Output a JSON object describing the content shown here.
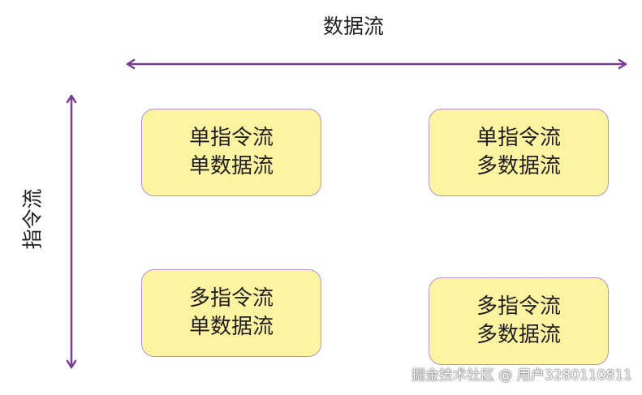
{
  "axes": {
    "data_stream": "数据流",
    "instruction_stream": "指令流"
  },
  "quadrants": [
    {
      "instruction": "单指令流",
      "data": "单数据流"
    },
    {
      "instruction": "单指令流",
      "data": "多数据流"
    },
    {
      "instruction": "多指令流",
      "data": "单数据流"
    },
    {
      "instruction": "多指令流",
      "data": "多数据流"
    }
  ],
  "watermark": "掘金技术社区 @ 用户3280110811",
  "colors": {
    "arrow": "#7a3d8f",
    "box_fill": "#fef3a0",
    "box_border": "#b594c9"
  }
}
